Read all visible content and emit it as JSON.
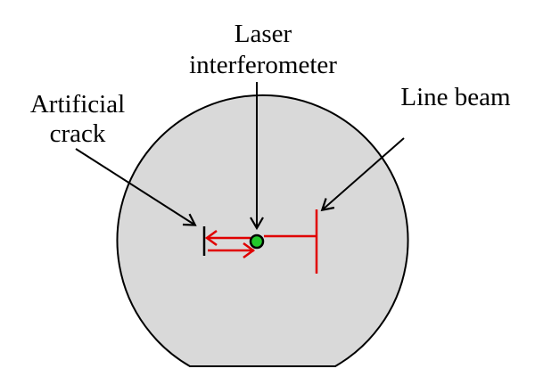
{
  "labels": {
    "laser_line1": "Laser",
    "laser_line2": "interferometer",
    "crack_line1": "Artificial",
    "crack_line2": "crack",
    "beam": "Line beam"
  },
  "colors": {
    "specimen_fill": "#d9d9d9",
    "specimen_outline": "#000000",
    "laser_path": "#e00000",
    "sensor_point": "#22c82a",
    "crack_mark": "#000000",
    "arrows": "#000000"
  }
}
